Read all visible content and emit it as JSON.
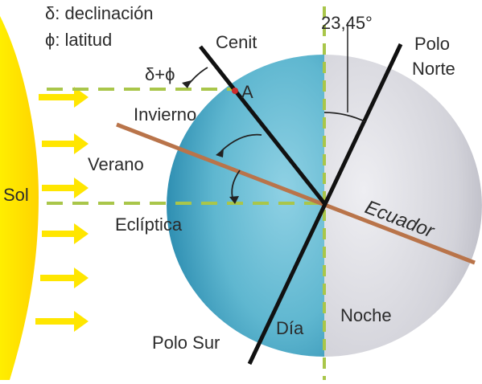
{
  "legend": {
    "declination": "δ: declinación",
    "latitude": "ϕ: latitud"
  },
  "labels": {
    "tilt_angle": "23,45°",
    "zenith": "Cenit",
    "north_pole_line1": "Polo",
    "north_pole_line2": "Norte",
    "delta_plus_phi": "δ+ϕ",
    "point_a": "A",
    "winter": "Invierno",
    "summer": "Verano",
    "sun": "Sol",
    "ecliptic": "Eclíptica",
    "equator": "Ecuador",
    "night": "Noche",
    "day": "Día",
    "south_pole": "Polo Sur"
  },
  "colors": {
    "sun": "#ffe600",
    "sunrays": "#ffe600",
    "dashes": "#a9c64a",
    "day_side": "#5fb9d1",
    "night_side": "#d6d6dc",
    "equator": "#b9744a",
    "axis": "#111111",
    "point_a": "#cc2a2a"
  }
}
